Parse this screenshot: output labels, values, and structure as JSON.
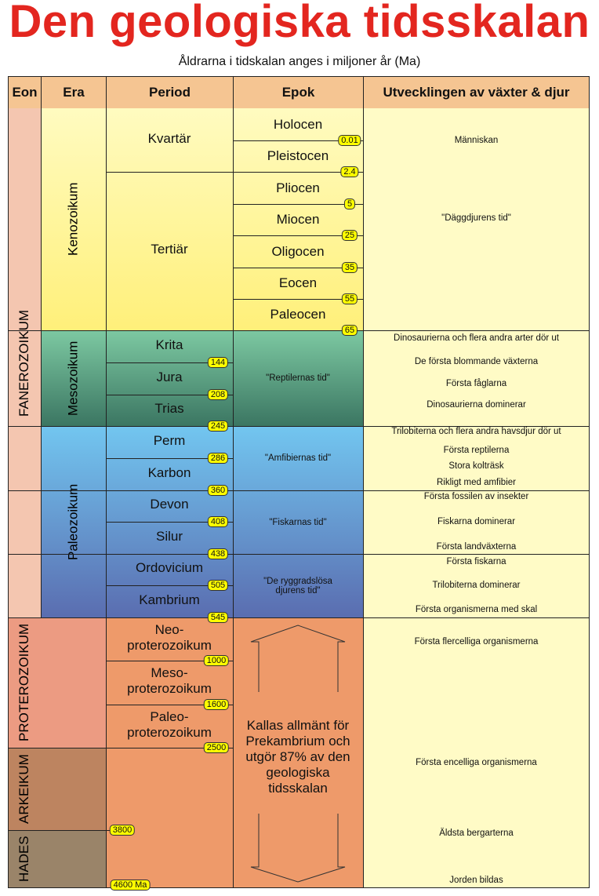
{
  "title": "Den geologiska tidsskalan",
  "subtitle": "Åldrarna i tidskalan anges i miljoner år (Ma)",
  "headers": {
    "eon": "Eon",
    "era": "Era",
    "period": "Period",
    "epok": "Epok",
    "utveckling": "Utvecklingen av växter & djur"
  },
  "eons": [
    "FANEROZOIKUM",
    "PROTEROZOIKUM",
    "ARKEIKUM",
    "HADES"
  ],
  "eras": [
    "Kenozoikum",
    "Mesozoikum",
    "Paleozoikum"
  ],
  "periods": [
    "Kvartär",
    "Tertiär",
    "Krita",
    "Jura",
    "Trias",
    "Perm",
    "Karbon",
    "Devon",
    "Silur",
    "Ordovicium",
    "Kambrium",
    "Neo-\nproterozoikum",
    "Meso-\nproterozoikum",
    "Paleo-\nproterozoikum"
  ],
  "epochs": [
    "Holocen",
    "Pleistocen",
    "Pliocen",
    "Miocen",
    "Oligocen",
    "Eocen",
    "Paleocen",
    "\"Reptilernas tid\"",
    "\"Amfibiernas tid\"",
    "\"Fiskarnas tid\"",
    "\"De ryggradslösa djurens tid\""
  ],
  "precambrian_note": "Kallas allmänt för Prekambrium och utgör 87% av den geologiska tidsskalan",
  "ages": [
    "0.01",
    "2.4",
    "5",
    "25",
    "35",
    "55",
    "65",
    "144",
    "208",
    "245",
    "286",
    "360",
    "408",
    "438",
    "505",
    "545",
    "1000",
    "1600",
    "2500",
    "3800",
    "4600 Ma"
  ],
  "development": [
    "Människan",
    "\"Däggdjurens tid\"",
    "Dinosaurierna och flera andra arter dör ut",
    "De första blommande växterna",
    "Första fåglarna",
    "Dinosaurierna dominerar",
    "Trilobiterna och flera andra havsdjur dör ut",
    "Första reptilerna",
    "Stora kolträsk",
    "Rikligt med amfibier",
    "Första fossilen av insekter",
    "Fiskarna dominerar",
    "Första landväxterna",
    "Första fiskarna",
    "Trilobiterna dominerar",
    "Första organismerna med skal",
    "Första flercelliga organismerna",
    "Första encelliga organismerna",
    "Äldsta bergarterna",
    "Jorden bildas"
  ],
  "colors": {
    "title": "#e3261f",
    "header": "#f5c592",
    "kenozoikum": "#fff59a",
    "mesozoikum": "#5fa886",
    "paleozoikum": "#6a9fd8",
    "fanerozoikum": "#f4c6b0",
    "proterozoikum": "#ec9b82",
    "arkeikum": "#bd8460",
    "hades": "#9a8469",
    "prekambrium": "#ee9a6a",
    "development": "#fffbc6",
    "age_label": "#ffff00"
  }
}
